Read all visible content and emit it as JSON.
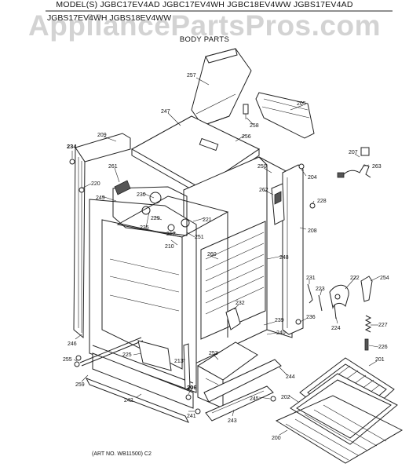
{
  "header": {
    "models_line1": "MODEL(S) JGBC17EV4AD  JGBC17EV4WH  JGBC18EV4WW  JGBS17EV4AD",
    "models_line2": "JGBS17EV4WH  JGBS18EV4WW",
    "subtitle": "BODY PARTS"
  },
  "watermark": "AppliancePartsPros.com",
  "footer": {
    "art_no": "(ART NO. WB11500) C2"
  },
  "labels": {
    "p257": "257",
    "p205": "205",
    "p247": "247",
    "p258": "258",
    "p256": "256",
    "p209": "209",
    "p234": "234",
    "p207": "207",
    "p260": "260",
    "p250": "250",
    "p261": "261",
    "p204": "204",
    "p220": "220",
    "p249": "249",
    "p230": "230",
    "p262": "262",
    "p228": "228",
    "p221": "221",
    "p229": "229",
    "p235": "235",
    "p212": "212",
    "p251": "251",
    "p208": "208",
    "p210": "210",
    "p248": "248",
    "p231": "231",
    "p222": "222",
    "p254": "254",
    "p223": "223",
    "p232": "232",
    "p224": "224",
    "p236": "236",
    "p239": "239",
    "p227": "227",
    "p246": "246",
    "p240": "240",
    "p226": "226",
    "p225": "225",
    "p213": "213",
    "p253": "253",
    "p255": "255",
    "p201": "201",
    "p244": "244",
    "p259": "259",
    "p206": "206",
    "p202": "202",
    "p245": "245",
    "p242": "242",
    "p241": "241",
    "p243": "243",
    "p200": "200",
    "p263": "263"
  }
}
